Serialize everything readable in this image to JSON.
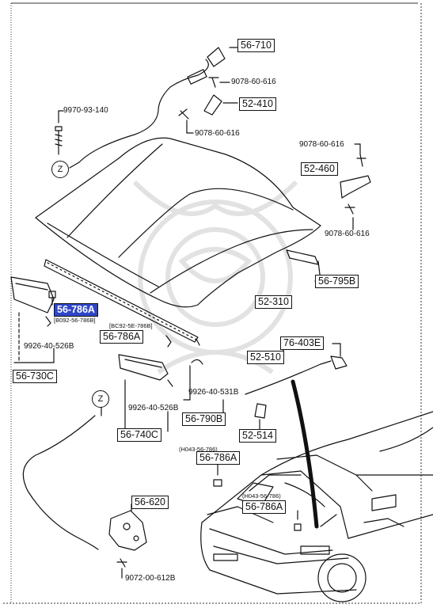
{
  "labels": {
    "p56710": "56-710",
    "p907860616a": "9078-60-616",
    "p52410": "52-410",
    "p997093140": "9970-93-140",
    "p907860616b": "9078-60-616",
    "p907860616c": "9078-60-616",
    "p52460": "52-460",
    "p907860616d": "9078-60-616",
    "p56795b": "56-795B",
    "p52310": "52-310",
    "p56786a_hl": "56-786A",
    "note_b092": "[B092-56-786B]",
    "note_bc92": "[BC92-5E-786B]",
    "p56786a_b": "56-786A",
    "p992640526b_a": "9926-40-526B",
    "p56730c": "56-730C",
    "p76403e": "76-403E",
    "p52510": "52-510",
    "p992640531b": "9926-40-531B",
    "p992640526b_b": "9926-40-526B",
    "p56790b": "56-790B",
    "p52514": "52-514",
    "p56740c": "56-740C",
    "note_h043": "(H043-56-786)",
    "p56786a_c": "56-786A",
    "note_h043b": "(H043-56-786)",
    "p56786a_d": "56-786A",
    "p56620": "56-620",
    "p907200612b": "9072-00-612B",
    "zmark1": "Z",
    "zmark2": "Z"
  },
  "colors": {
    "line": "#111111",
    "highlight": "#2f46c8",
    "watermark": "#e6e6e6"
  },
  "icons": {
    "watermark": "watermark-emblem-icon"
  }
}
